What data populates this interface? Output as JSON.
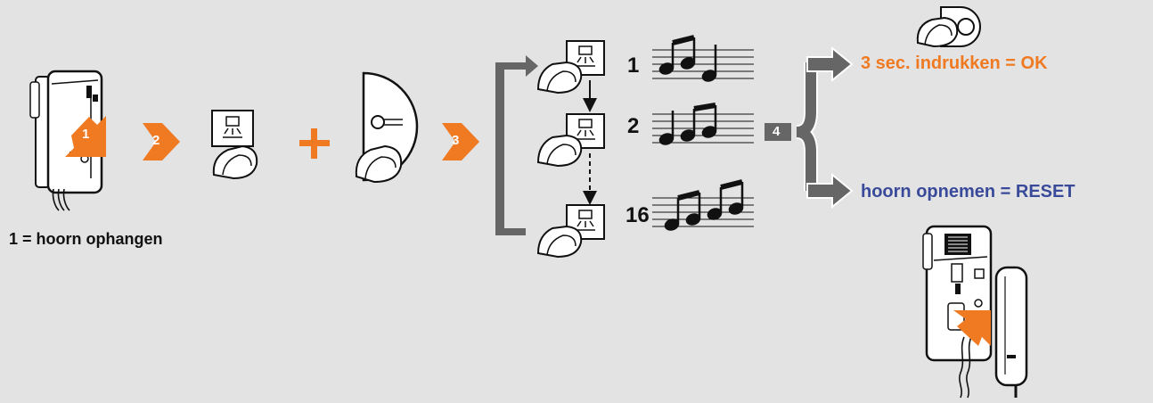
{
  "colors": {
    "accent": "#f07a22",
    "blue": "#3a4a9a",
    "gray_arrow": "#666666"
  },
  "steps": {
    "s1": "1",
    "s2": "2",
    "s3": "3",
    "s4": "4"
  },
  "caption": "1 = hoorn ophangen",
  "sequence": {
    "first": "1",
    "second": "2",
    "last": "16"
  },
  "results": {
    "ok": "3 sec. indrukken = OK",
    "reset": "hoorn opnemen = RESET"
  }
}
